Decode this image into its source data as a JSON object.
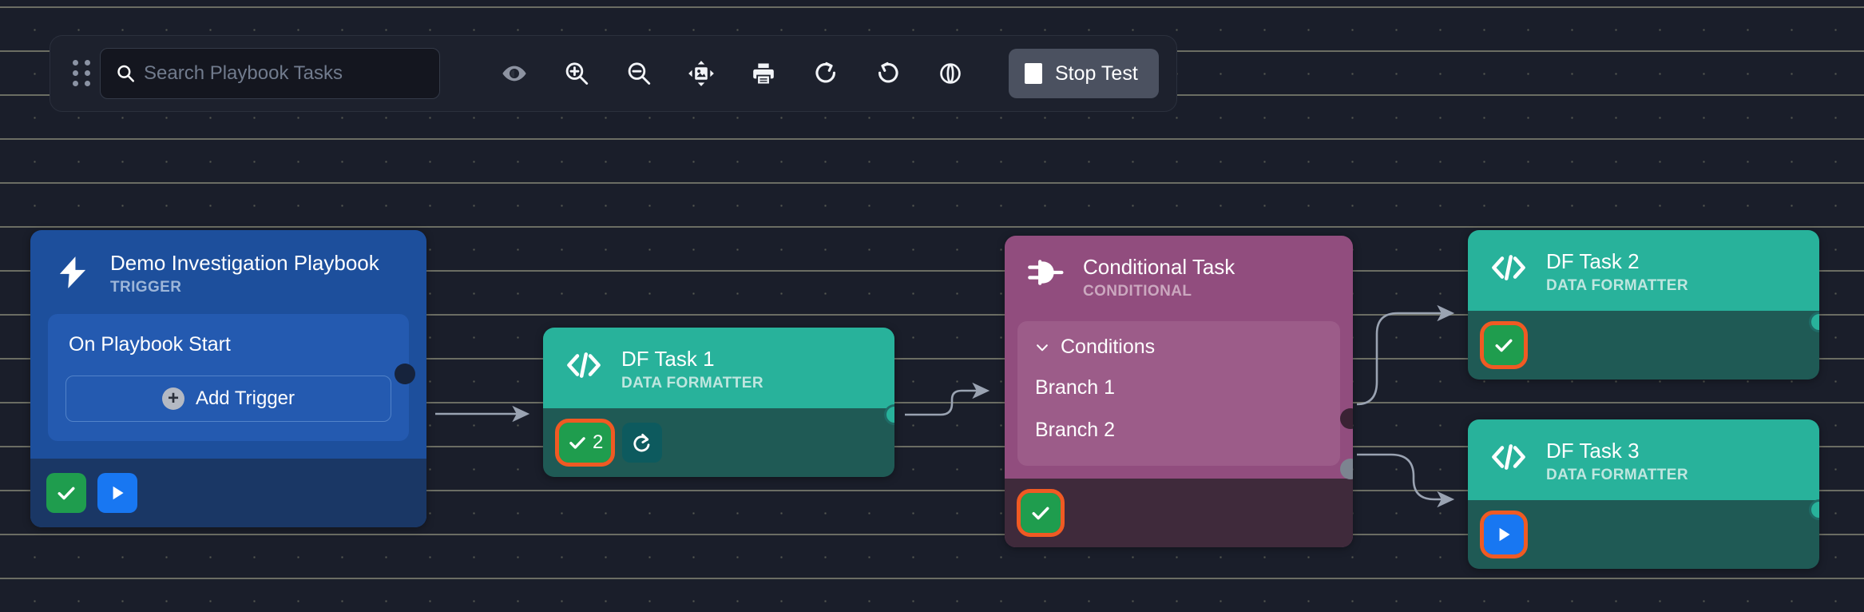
{
  "toolbar": {
    "drag_handle": "drag-handle",
    "search": {
      "placeholder": "Search Playbook Tasks",
      "value": ""
    },
    "icons": [
      {
        "name": "eye-icon",
        "title": "Toggle visibility"
      },
      {
        "name": "zoom-in-icon",
        "title": "Zoom in"
      },
      {
        "name": "zoom-out-icon",
        "title": "Zoom out"
      },
      {
        "name": "fit-screen-icon",
        "title": "Fit to screen"
      },
      {
        "name": "print-icon",
        "title": "Print"
      },
      {
        "name": "redo-icon",
        "title": "Redo"
      },
      {
        "name": "undo-icon",
        "title": "Undo"
      },
      {
        "name": "globe-icon",
        "title": "Globe"
      }
    ],
    "stop_button": {
      "label": "Stop Test",
      "bg": "#4b5160"
    }
  },
  "nodes": {
    "trigger": {
      "title": "Demo Investigation Playbook",
      "subtitle": "TRIGGER",
      "icon": "lightning-bolt-icon",
      "color": "#1d4f9c",
      "panel": {
        "row_label": "On Playbook Start",
        "add_button": "Add Trigger"
      },
      "footer": [
        {
          "name": "status-success-button",
          "glyph": "check",
          "color": "#1f9d4e",
          "ringed": false
        },
        {
          "name": "run-button",
          "glyph": "play",
          "color": "#1877f2",
          "ringed": false
        }
      ]
    },
    "df1": {
      "title": "DF Task 1",
      "subtitle": "DATA FORMATTER",
      "icon": "code-brackets-icon",
      "color": "#28b29b",
      "footer": [
        {
          "name": "status-success-count-badge",
          "glyph": "check",
          "count": "2",
          "color": "#1f9d4e",
          "ringed": true
        },
        {
          "name": "rerun-button",
          "glyph": "retry",
          "color": "#0d5a5e",
          "ringed": false
        }
      ]
    },
    "conditional": {
      "title": "Conditional Task",
      "subtitle": "CONDITIONAL",
      "icon": "logic-gate-icon",
      "color": "#914d7e",
      "conditions_label": "Conditions",
      "branches": [
        {
          "label": "Branch 1",
          "port_color": "#3a2234",
          "active": true
        },
        {
          "label": "Branch 2",
          "port_color": "#7c8490",
          "active": false
        }
      ],
      "footer": [
        {
          "name": "status-success-button",
          "glyph": "check",
          "color": "#1f9d4e",
          "ringed": true
        }
      ]
    },
    "df2": {
      "title": "DF Task 2",
      "subtitle": "DATA FORMATTER",
      "icon": "code-brackets-icon",
      "color": "#28b29b",
      "footer": [
        {
          "name": "status-success-button",
          "glyph": "check",
          "color": "#1f9d4e",
          "ringed": true
        }
      ]
    },
    "df3": {
      "title": "DF Task 3",
      "subtitle": "DATA FORMATTER",
      "icon": "code-brackets-icon",
      "color": "#28b29b",
      "footer": [
        {
          "name": "run-button",
          "glyph": "play",
          "color": "#1877f2",
          "ringed": true
        }
      ]
    }
  },
  "edges": [
    {
      "from": "trigger",
      "to": "df1"
    },
    {
      "from": "df1",
      "to": "conditional"
    },
    {
      "from": "conditional.branch1",
      "to": "df2"
    },
    {
      "from": "conditional.branch2",
      "to": "df3"
    }
  ],
  "theme": {
    "canvas_bg": "#1a1e2a",
    "accent_orange": "#f05a23",
    "edge_color": "#9aa3b2",
    "success_green": "#1f9d4e",
    "run_blue": "#1877f2"
  }
}
